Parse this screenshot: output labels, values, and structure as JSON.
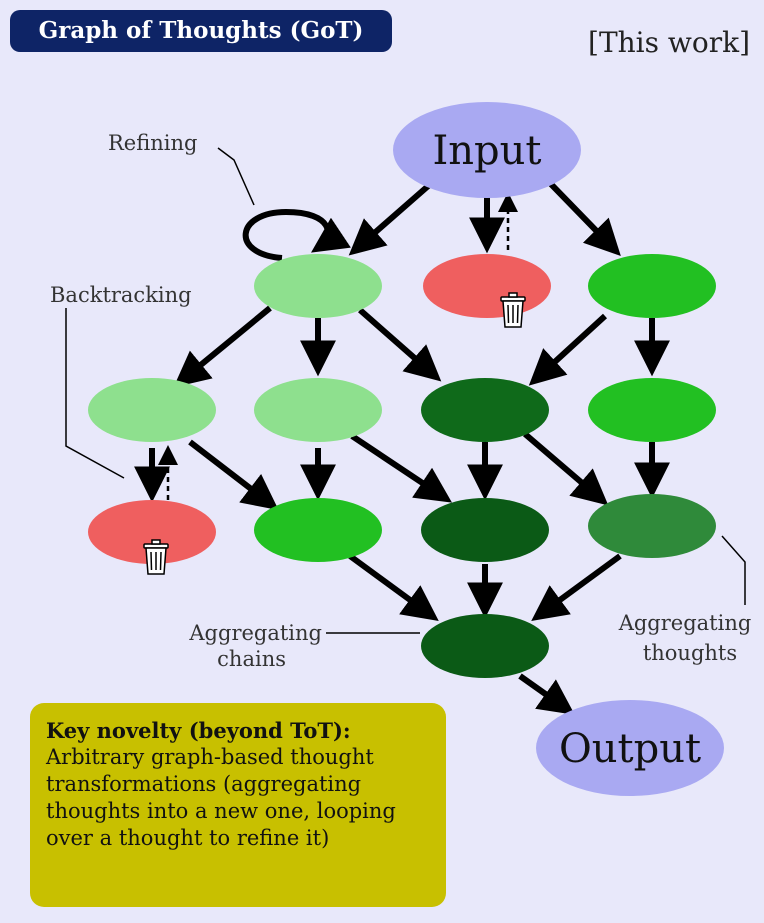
{
  "header": {
    "title": "Graph of Thoughts (GoT)",
    "tag": "[This work]"
  },
  "nodes": {
    "input": "Input",
    "output": "Output"
  },
  "labels": {
    "refining": "Refining",
    "backtracking": "Backtracking",
    "aggregating_chains_1": "Aggregating",
    "aggregating_chains_2": "chains",
    "aggregating_thoughts_1": "Aggregating",
    "aggregating_thoughts_2": "thoughts"
  },
  "key_box": {
    "title": "Key novelty (beyond ToT):",
    "body": "Arbitrary graph-based thought transformations (aggregating thoughts into a new one, looping over a thought to refine it)"
  },
  "colors": {
    "panel": "#e8e8fa",
    "title_bg": "#0e2466",
    "input_output": "#a9a9f2",
    "light_green": "#8ee08e",
    "mid_green": "#22c022",
    "dark_green": "#0f6a1a",
    "darker_green": "#0b5a16",
    "muted_green": "#2f8a3a",
    "bright_green": "#22c022",
    "discarded_red": "#ef5f5f",
    "key_box": "#c8c000"
  },
  "icons": {
    "discard": "trash-icon"
  }
}
